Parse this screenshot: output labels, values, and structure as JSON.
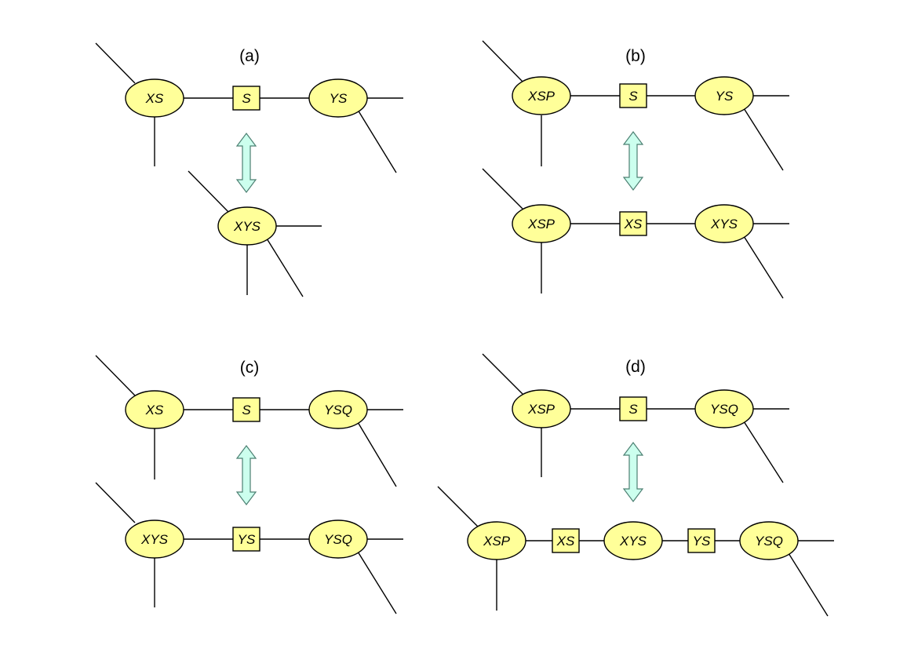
{
  "colors": {
    "node_fill": "#ffff99",
    "arrow_fill": "#ccffee"
  },
  "panels": [
    {
      "label": "(a)",
      "top_nodes": [
        "XS",
        "S",
        "YS"
      ],
      "bottom_nodes": [
        "XYS"
      ]
    },
    {
      "label": "(b)",
      "top_nodes": [
        "XSP",
        "S",
        "YS"
      ],
      "bottom_nodes": [
        "XSP",
        "XS",
        "XYS"
      ]
    },
    {
      "label": "(c)",
      "top_nodes": [
        "XS",
        "S",
        "YSQ"
      ],
      "bottom_nodes": [
        "XYS",
        "YS",
        "YSQ"
      ]
    },
    {
      "label": "(d)",
      "top_nodes": [
        "XSP",
        "S",
        "YSQ"
      ],
      "bottom_nodes": [
        "XSP",
        "XS",
        "XYS",
        "YS",
        "YSQ"
      ]
    }
  ]
}
